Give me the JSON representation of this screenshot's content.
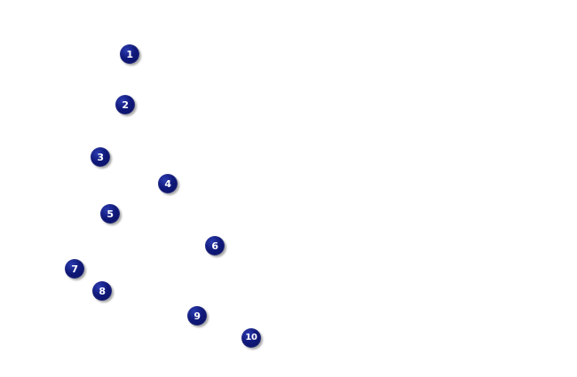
{
  "markers": [
    {
      "label": "1"
    },
    {
      "label": "2"
    },
    {
      "label": "3"
    },
    {
      "label": "4"
    },
    {
      "label": "5"
    },
    {
      "label": "6"
    },
    {
      "label": "7"
    },
    {
      "label": "8"
    },
    {
      "label": "9"
    },
    {
      "label": "10"
    }
  ],
  "colors": {
    "marker_fill": "#10197a",
    "marker_text": "#ffffff",
    "background": "#ffffff"
  }
}
